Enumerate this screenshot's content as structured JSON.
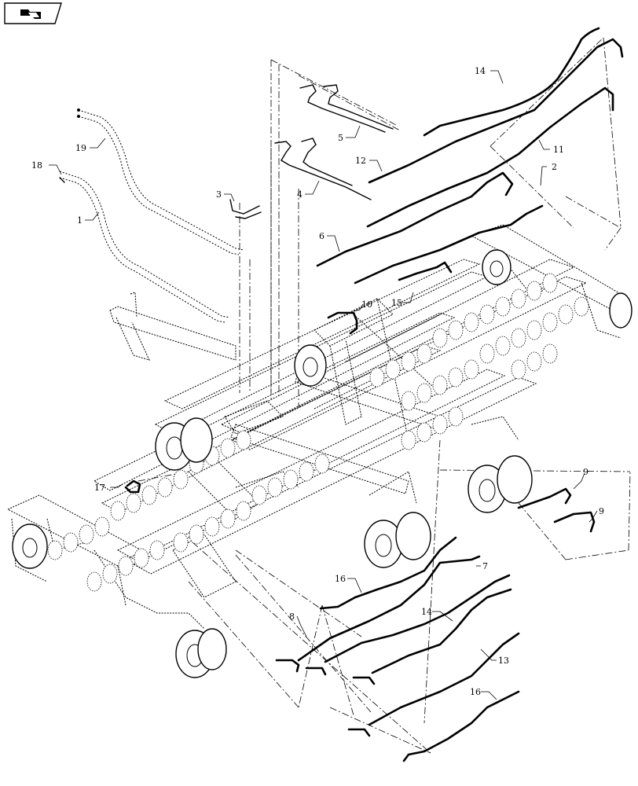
{
  "callouts": {
    "c1": "1",
    "c2": "2",
    "c3": "3",
    "c4": "4",
    "c5": "5",
    "c6": "6",
    "c7": "7",
    "c8": "8",
    "c9a": "9",
    "c9b": "9",
    "c10": "10",
    "c11": "11",
    "c12": "12",
    "c13": "13",
    "c14a": "14",
    "c14b": "14",
    "c15": "15",
    "c16a": "16",
    "c16b": "16",
    "c17": "17",
    "c18": "18",
    "c19": "19"
  },
  "icons": {
    "corner": "page-turn-icon"
  }
}
